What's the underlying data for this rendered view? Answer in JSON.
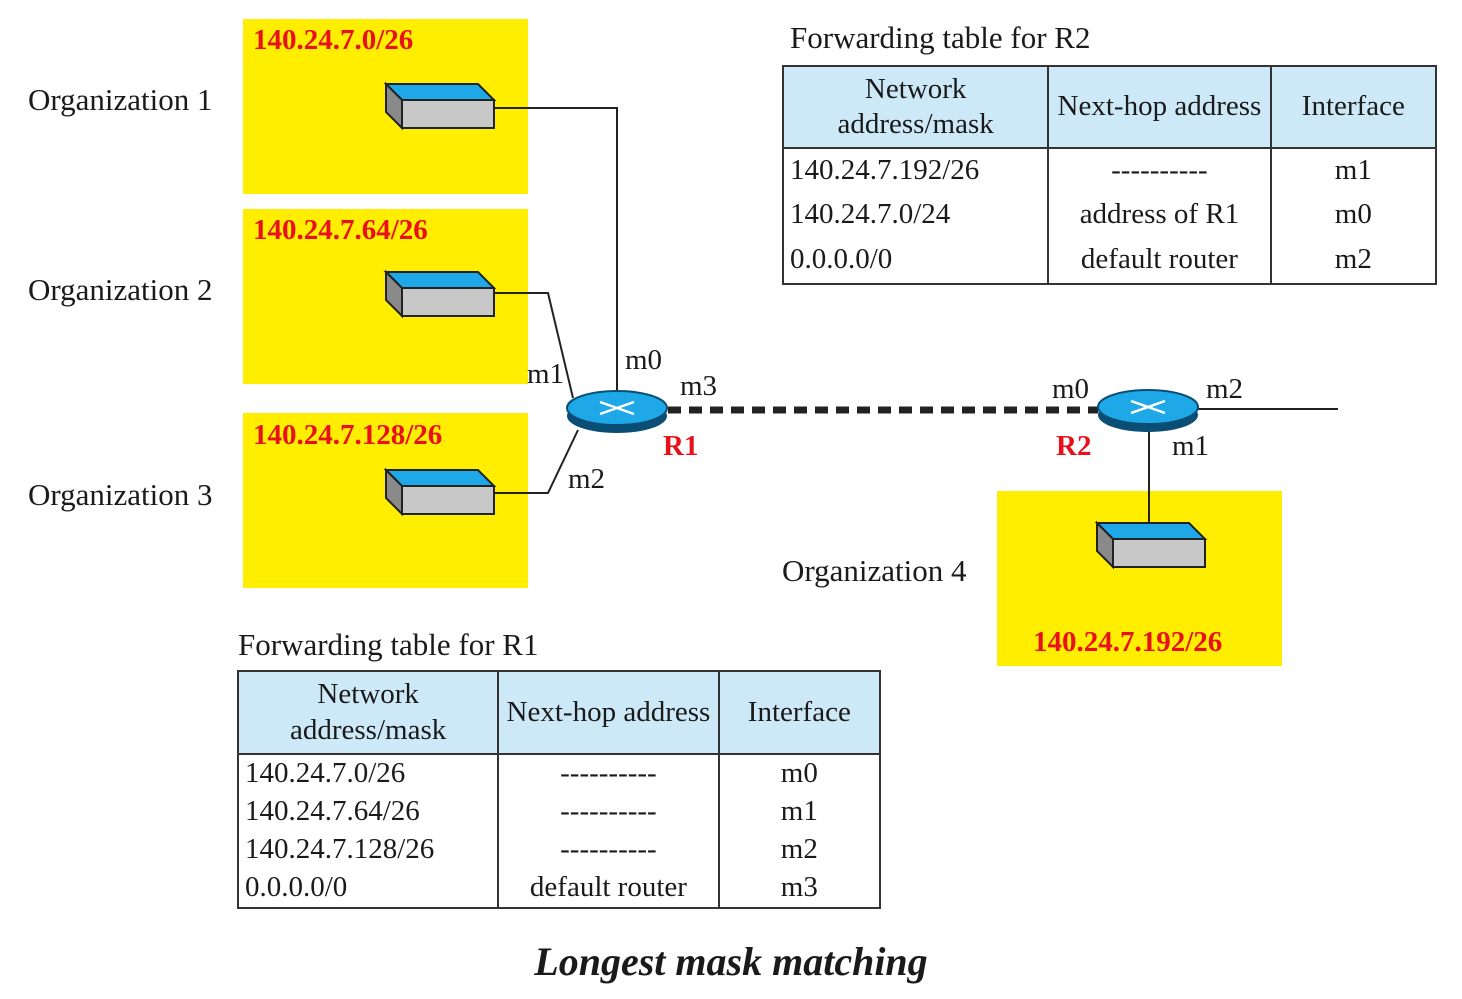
{
  "organizations": [
    {
      "label": "Organization 1",
      "network": "140.24.7.0/26"
    },
    {
      "label": "Organization 2",
      "network": "140.24.7.64/26"
    },
    {
      "label": "Organization 3",
      "network": "140.24.7.128/26"
    },
    {
      "label": "Organization 4",
      "network": "140.24.7.192/26"
    }
  ],
  "routers": {
    "r1": {
      "name": "R1",
      "interfaces": {
        "m0": "m0",
        "m1": "m1",
        "m2": "m2",
        "m3": "m3"
      }
    },
    "r2": {
      "name": "R2",
      "interfaces": {
        "m0": "m0",
        "m1": "m1",
        "m2": "m2"
      }
    }
  },
  "table_r2": {
    "caption": "Forwarding table for R2",
    "headers": [
      "Network address/mask",
      "Next-hop address",
      "Interface"
    ],
    "rows": [
      [
        "140.24.7.192/26",
        "----------",
        "m1"
      ],
      [
        "140.24.7.0/24",
        "address of R1",
        "m0"
      ],
      [
        "0.0.0.0/0",
        "default router",
        "m2"
      ]
    ]
  },
  "table_r1": {
    "caption": "Forwarding table for R1",
    "headers": [
      "Network address/mask",
      "Next-hop address",
      "Interface"
    ],
    "rows": [
      [
        "140.24.7.0/26",
        "----------",
        "m0"
      ],
      [
        "140.24.7.64/26",
        "----------",
        "m1"
      ],
      [
        "140.24.7.128/26",
        "----------",
        "m2"
      ],
      [
        "0.0.0.0/0",
        "default router",
        "m3"
      ]
    ]
  },
  "title": "Longest mask matching",
  "colors": {
    "org_fill": "#ffee00",
    "address_text": "#e8101a",
    "table_header": "#cde9f8",
    "router": "#1ea8e8"
  }
}
